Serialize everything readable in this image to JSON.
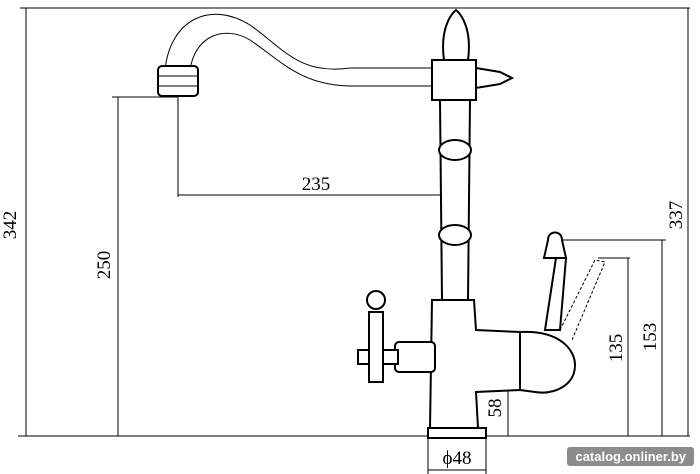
{
  "dimensions": {
    "overall_height": "342",
    "spout_height": "250",
    "spout_reach": "235",
    "handle_top_height": "337",
    "filter_handle_height": "153",
    "filter_spout_height": "135",
    "base_height": "58",
    "base_diameter": "ϕ48"
  },
  "watermark": "catalog.onliner.by",
  "colors": {
    "line": "#000000",
    "background": "#ffffff"
  }
}
